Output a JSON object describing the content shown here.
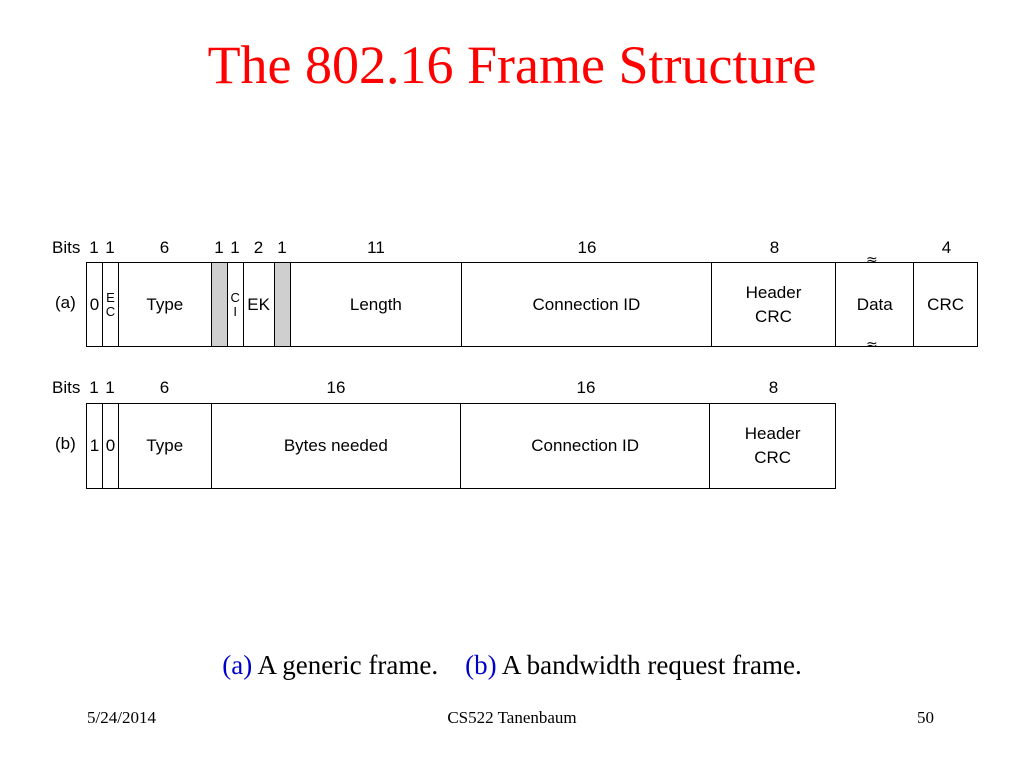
{
  "title": "The 802.16 Frame Structure",
  "frame_a": {
    "row_label": "(a)",
    "bits_label": "Bits",
    "fields": [
      {
        "text": "0",
        "bits": "1",
        "gray": false,
        "small": false
      },
      {
        "text": "E\nC",
        "bits": "1",
        "gray": false,
        "small": true
      },
      {
        "text": "Type",
        "bits": "6",
        "gray": false,
        "small": false
      },
      {
        "text": "",
        "bits": "1",
        "gray": true,
        "small": false
      },
      {
        "text": "C\nI",
        "bits": "1",
        "gray": false,
        "small": true
      },
      {
        "text": "EK",
        "bits": "2",
        "gray": false,
        "small": false
      },
      {
        "text": "",
        "bits": "1",
        "gray": true,
        "small": false
      },
      {
        "text": "Length",
        "bits": "11",
        "gray": false,
        "small": false
      },
      {
        "text": "Connection ID",
        "bits": "16",
        "gray": false,
        "small": false
      },
      {
        "text": "Header\nCRC",
        "bits": "8",
        "gray": false,
        "small": false
      },
      {
        "text": "Data",
        "bits": "",
        "gray": false,
        "small": false
      },
      {
        "text": "CRC",
        "bits": "4",
        "gray": false,
        "small": false
      }
    ]
  },
  "frame_b": {
    "row_label": "(b)",
    "bits_label": "Bits",
    "fields": [
      {
        "text": "1",
        "bits": "1",
        "gray": false,
        "small": false
      },
      {
        "text": "0",
        "bits": "1",
        "gray": false,
        "small": false
      },
      {
        "text": "Type",
        "bits": "6",
        "gray": false,
        "small": false
      },
      {
        "text": "Bytes needed",
        "bits": "16",
        "gray": false,
        "small": false
      },
      {
        "text": "Connection ID",
        "bits": "16",
        "gray": false,
        "small": false
      },
      {
        "text": "Header\nCRC",
        "bits": "8",
        "gray": false,
        "small": false
      }
    ]
  },
  "caption": {
    "a_tag": "(a)",
    "a_text": " A generic frame.",
    "b_tag": "(b)",
    "b_text": " A bandwidth request frame."
  },
  "footer": {
    "date": "5/24/2014",
    "center": "CS522 Tanenbaum",
    "page": "50"
  }
}
